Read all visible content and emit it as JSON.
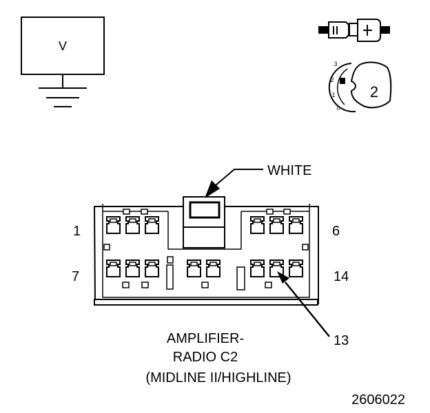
{
  "voltmeter": {
    "symbol": "V"
  },
  "key_switch": {
    "positions": [
      "3",
      "2",
      "1",
      "0"
    ],
    "current_position": "2"
  },
  "connector": {
    "housing_color_label": "WHITE",
    "pin_label_top_left": "1",
    "pin_label_top_right": "6",
    "pin_label_bottom_left": "7",
    "pin_label_bottom_right": "14",
    "callout_pin": "13",
    "title_lines": [
      "AMPLIFIER-",
      "RADIO C2",
      "(MIDLINE II/HIGHLINE)"
    ]
  },
  "figure_number": "2606022"
}
